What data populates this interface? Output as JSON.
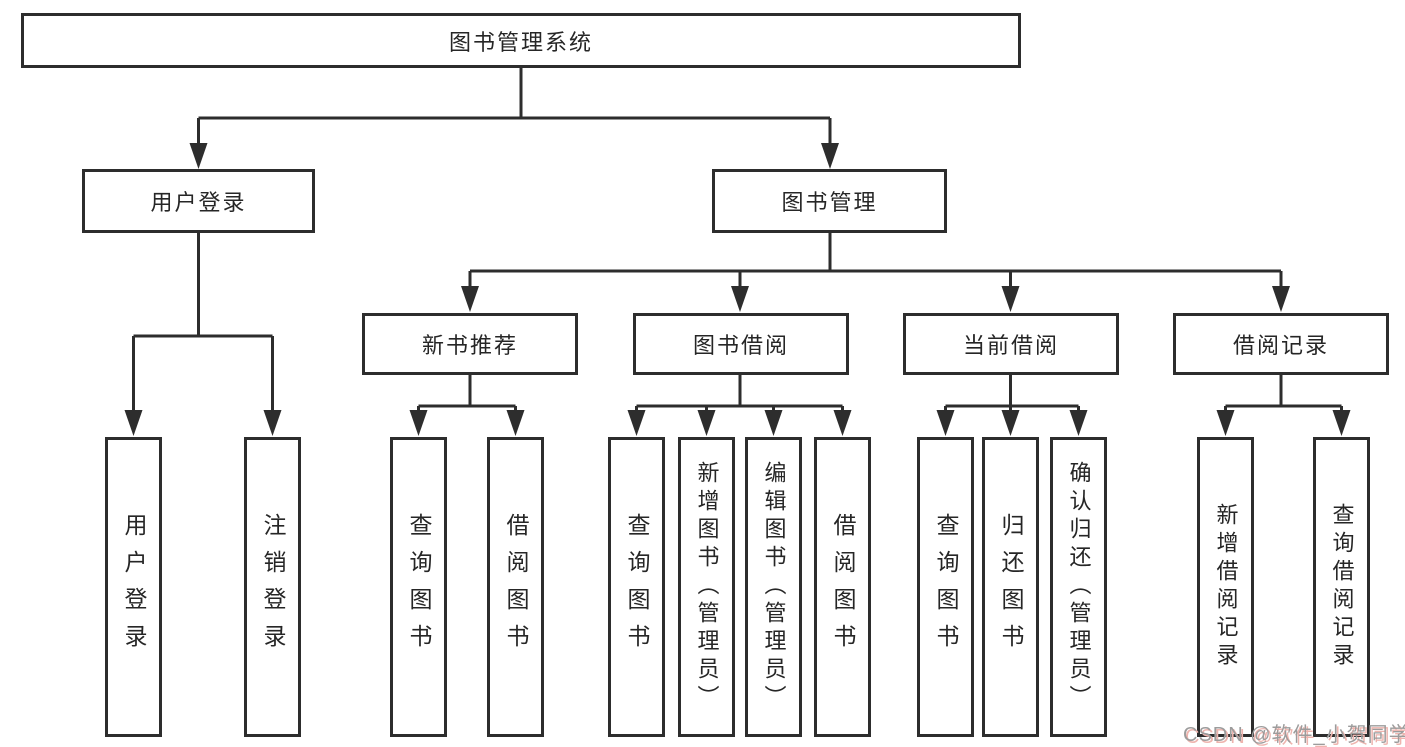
{
  "diagram": {
    "root": {
      "label": "图书管理系统"
    },
    "level1": [
      {
        "label": "用户登录"
      },
      {
        "label": "图书管理"
      }
    ],
    "level2": [
      {
        "label": "新书推荐"
      },
      {
        "label": "图书借阅"
      },
      {
        "label": "当前借阅"
      },
      {
        "label": "借阅记录"
      }
    ],
    "leaves": {
      "user_login": [
        {
          "label": "用户登录"
        },
        {
          "label": "注销登录"
        }
      ],
      "new_book_recommendation": [
        {
          "label": "查询图书"
        },
        {
          "label": "借阅图书"
        }
      ],
      "book_borrowing": [
        {
          "label": "查询图书"
        },
        {
          "label": "新增图书（管理员）"
        },
        {
          "label": "编辑图书（管理员）"
        },
        {
          "label": "借阅图书"
        }
      ],
      "current_borrowing": [
        {
          "label": "查询图书"
        },
        {
          "label": "归还图书"
        },
        {
          "label": "确认归还（管理员）"
        }
      ],
      "borrowing_records": [
        {
          "label": "新增借阅记录"
        },
        {
          "label": "查询借阅记录"
        }
      ]
    }
  },
  "watermark": {
    "text": "CSDN @软件_小贺同学"
  },
  "colors": {
    "background": "#ffffff",
    "line": "#2d2d2d",
    "box_border": "#2d2d2d",
    "text": "#262626",
    "watermark_gray": "#9c9c9c",
    "watermark_shadow_red": "#eeb4ae"
  }
}
